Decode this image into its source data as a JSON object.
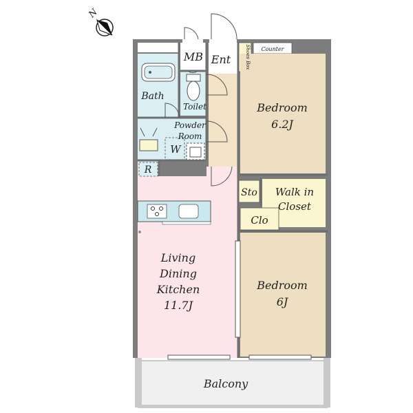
{
  "compass": {
    "north_label": "N"
  },
  "rooms": {
    "mb": "MB",
    "ent": "Ent",
    "shoes_box": "Shoes Box",
    "counter": "Counter",
    "bath": "Bath",
    "toilet": "Toilet",
    "powder_room_line1": "Powder",
    "powder_room_line2": "Room",
    "washer": "W",
    "refrigerator": "R",
    "bedroom1_name": "Bedroom",
    "bedroom1_size": "6.2J",
    "storage": "Sto",
    "walkin_line1": "Walk in",
    "walkin_line2": "Closet",
    "closet": "Clo",
    "ldk_line1": "Living",
    "ldk_line2": "Dining",
    "ldk_line3": "Kitchen",
    "ldk_size": "11.7J",
    "bedroom2_name": "Bedroom",
    "bedroom2_size": "6J",
    "balcony": "Balcony"
  },
  "colors": {
    "wall": "#7d7d7d",
    "bedroom_floor": "#eedfc2",
    "corridor_floor": "#f2e2c6",
    "ldk_floor": "#fde6ea",
    "wet_area_floor": "#d9eff4",
    "storage_floor": "#fbf6cf",
    "balcony_floor": "#f0f0f0",
    "kitchen_counter": "#cbe8ef"
  }
}
